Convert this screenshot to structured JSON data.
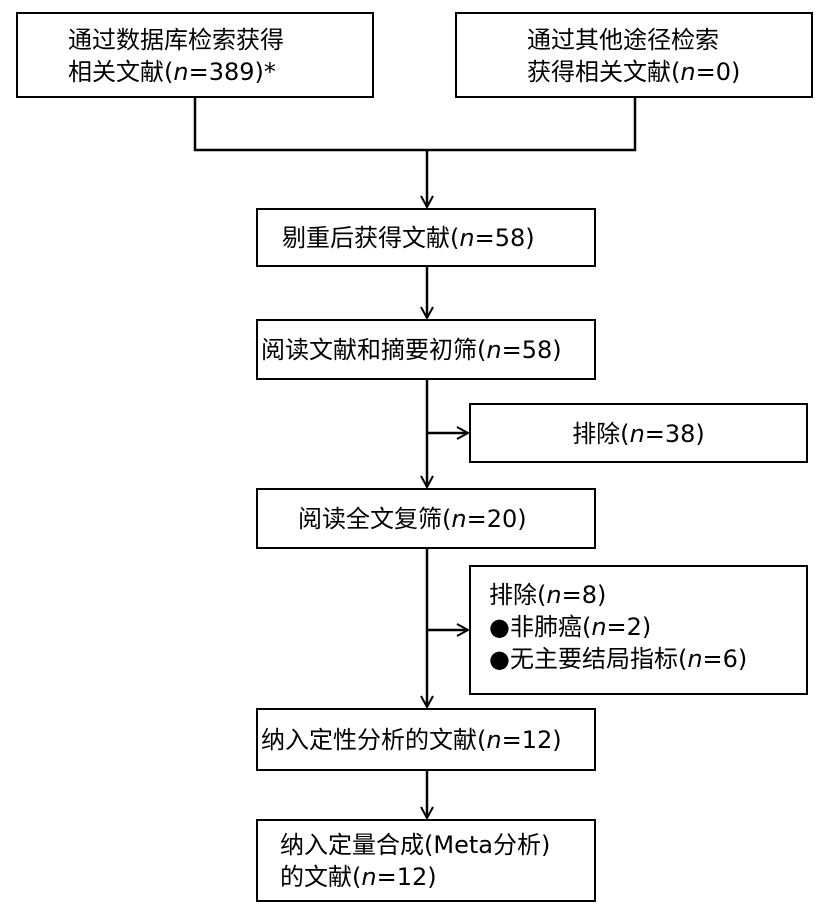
{
  "boxes": {
    "database_search": {
      "line1": "通过数据库检索获得",
      "line2_prefix": "相关文献(",
      "line2_n": "n",
      "line2_suffix": "=389)*"
    },
    "other_search": {
      "line1": "通过其他途径检索",
      "line2_prefix": "获得相关文献(",
      "line2_n": "n",
      "line2_suffix": "=0)"
    },
    "after_dedup": {
      "prefix": "剔重后获得文献(",
      "n": "n",
      "suffix": "=58)"
    },
    "title_abstract_screen": {
      "prefix": "阅读文献和摘要初筛(",
      "n": "n",
      "suffix": "=58)"
    },
    "excluded_1": {
      "prefix": "排除(",
      "n": "n",
      "suffix": "=38)"
    },
    "full_text_screen": {
      "prefix": "阅读全文复筛(",
      "n": "n",
      "suffix": "=20)"
    },
    "excluded_2": {
      "title_prefix": "排除(",
      "title_n": "n",
      "title_suffix": "=8)",
      "items": [
        {
          "bullet": "●",
          "prefix": "非肺癌(",
          "n": "n",
          "suffix": "=2)"
        },
        {
          "bullet": "●",
          "prefix": "无主要结局指标(",
          "n": "n",
          "suffix": "=6)"
        }
      ]
    },
    "qualitative": {
      "prefix": "纳入定性分析的文献(",
      "n": "n",
      "suffix": "=12)"
    },
    "quantitative": {
      "line1": "纳入定量合成(Meta分析)",
      "line2_prefix": "的文献(",
      "line2_n": "n",
      "line2_suffix": "=12)"
    }
  }
}
